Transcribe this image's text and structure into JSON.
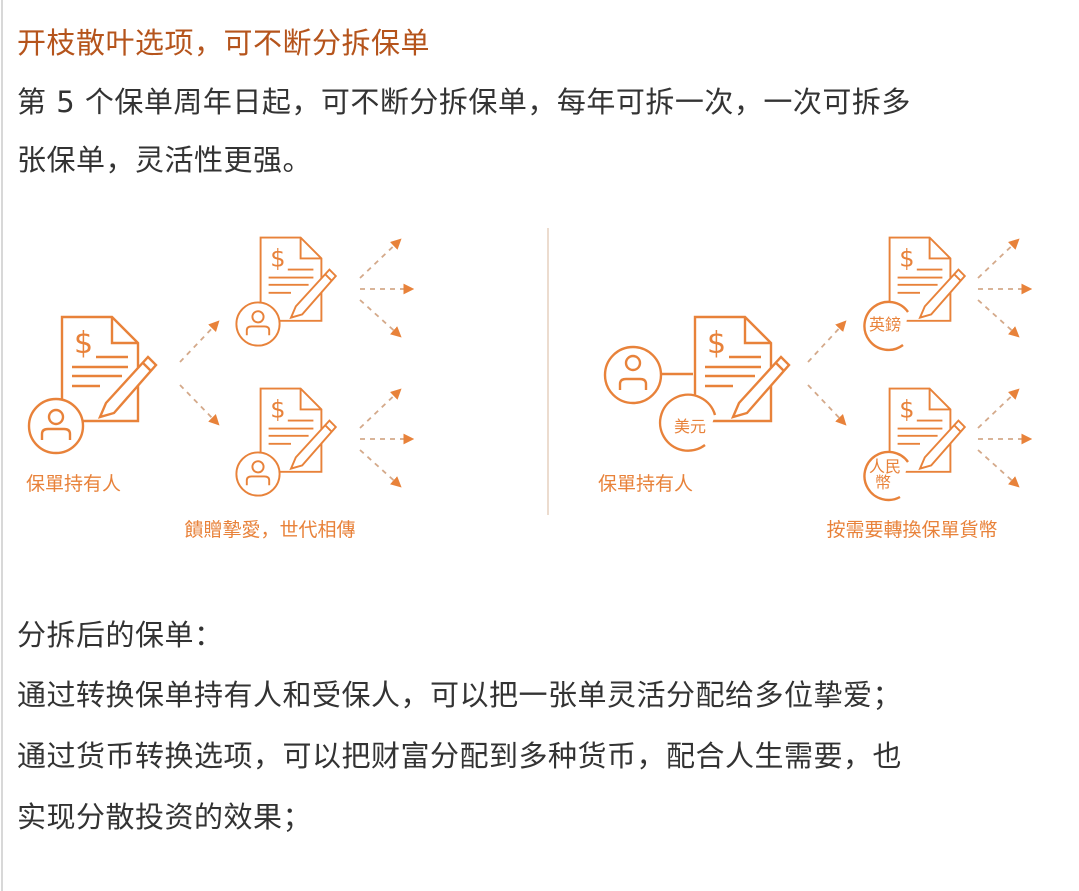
{
  "heading": "开枝散叶选项，可不断分拆保单",
  "intro": [
    "第 5 个保单周年日起，可不断分拆保单，每年可拆一次，一次可拆多",
    "张保单，灵活性更强。"
  ],
  "illustration": {
    "left_holder_label": "保單持有人",
    "left_caption": "饋贈摯愛，世代相傳",
    "right_holder_label": "保單持有人",
    "right_caption": "按需要轉換保單貨幣",
    "currency_usd": "美元",
    "currency_gbp": "英鎊",
    "currency_rmb_1": "人民",
    "currency_rmb_2": "幣",
    "accent_color": "#e8823a"
  },
  "after_title": "分拆后的保单：",
  "after_lines": [
    "通过转换保单持有人和受保人，可以把一张单灵活分配给多位挚爱；",
    "通过货币转换选项，可以把财富分配到多种货币，配合人生需要，也",
    "实现分散投资的效果；"
  ]
}
